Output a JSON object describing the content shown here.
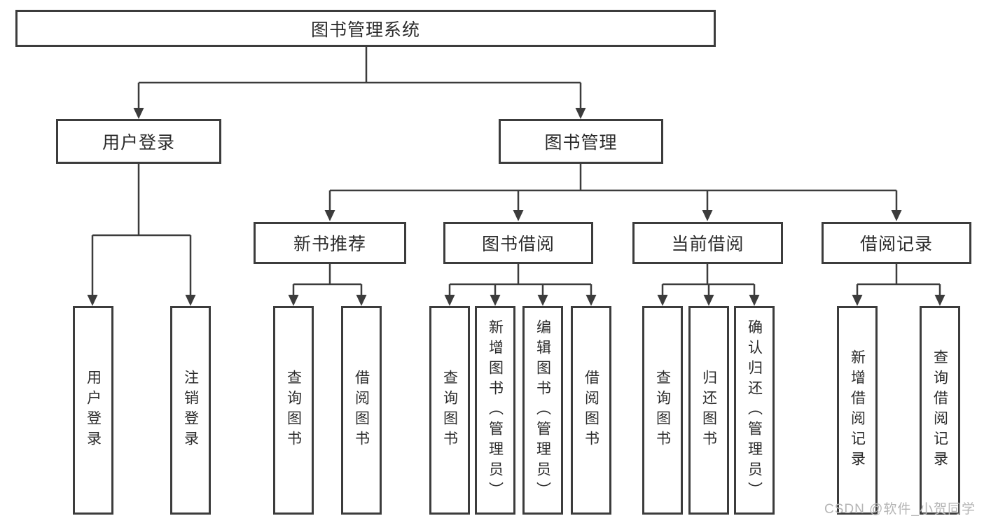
{
  "diagram": {
    "root": {
      "label": "图书管理系统"
    },
    "branches": [
      {
        "label": "用户登录",
        "children": [
          {
            "label": "用户登录"
          },
          {
            "label": "注销登录"
          }
        ]
      },
      {
        "label": "图书管理",
        "children": [
          {
            "label": "新书推荐",
            "children": [
              {
                "label": "查询图书"
              },
              {
                "label": "借阅图书"
              }
            ]
          },
          {
            "label": "图书借阅",
            "children": [
              {
                "label": "查询图书"
              },
              {
                "label": "新增图书（管理员）"
              },
              {
                "label": "编辑图书（管理员）"
              },
              {
                "label": "借阅图书"
              }
            ]
          },
          {
            "label": "当前借阅",
            "children": [
              {
                "label": "查询图书"
              },
              {
                "label": "归还图书"
              },
              {
                "label": "确认归还（管理员）"
              }
            ]
          },
          {
            "label": "借阅记录",
            "children": [
              {
                "label": "新增借阅记录"
              },
              {
                "label": "查询借阅记录"
              }
            ]
          }
        ]
      }
    ]
  },
  "watermark": {
    "text": "CSDN @软件_小贺同学"
  },
  "colors": {
    "line": "#3c3c3c",
    "box_border": "#3c3c3c",
    "box_fill": "#ffffff",
    "text": "#2b2b2b",
    "watermark": "#b5b5b5",
    "background": "#ffffff"
  }
}
